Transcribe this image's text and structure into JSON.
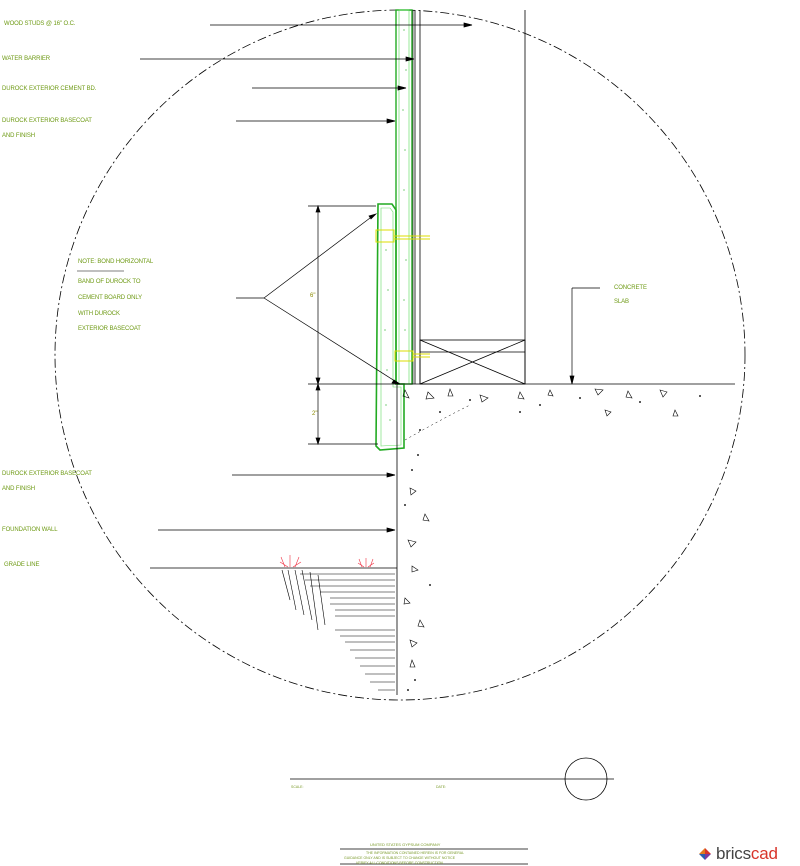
{
  "labels": {
    "wood_studs": "WOOD STUDS @ 16\" O.C.",
    "water_barrier": "WATER BARRIER",
    "cement_board": "DUROCK EXTERIOR CEMENT BD.",
    "basecoat_top_1": "DUROCK EXTERIOR BASECOAT",
    "basecoat_top_2": "AND FINISH",
    "note_1": "NOTE: BOND HORIZONTAL",
    "note_2": "BAND OF DUROCK TO",
    "note_3": "CEMENT BOARD ONLY",
    "note_4": "WITH DUROCK",
    "note_5": "EXTERIOR BASECOAT",
    "concrete_1": "CONCRETE",
    "concrete_2": "SLAB",
    "basecoat_bottom_1": "DUROCK EXTERIOR BASECOAT",
    "basecoat_bottom_2": "AND FINISH",
    "foundation_wall": "FOUNDATION WALL",
    "grade_line": "GRADE LINE"
  },
  "dimensions": {
    "band_height": "6\"",
    "lap_below": "2\""
  },
  "title_block": {
    "scale_label": "SCALE:",
    "date_label": "DATE:",
    "note_line_1": "UNITED STATES GYPSUM COMPANY",
    "note_line_2": "THE INFORMATION CONTAINED HEREIN IS FOR GENERAL",
    "note_line_3": "GUIDANCE ONLY AND IS SUBJECT TO CHANGE WITHOUT NOTICE",
    "note_line_4": "VERIFY ALL CONDITIONS BEFORE CONSTRUCTION"
  },
  "brand": {
    "name_a": "brics",
    "name_b": "cad"
  },
  "colors": {
    "line": "#000000",
    "board": "#33cc33",
    "label": "#6e9a14",
    "highlight": "#e6e600",
    "grass": "#ee3344"
  }
}
